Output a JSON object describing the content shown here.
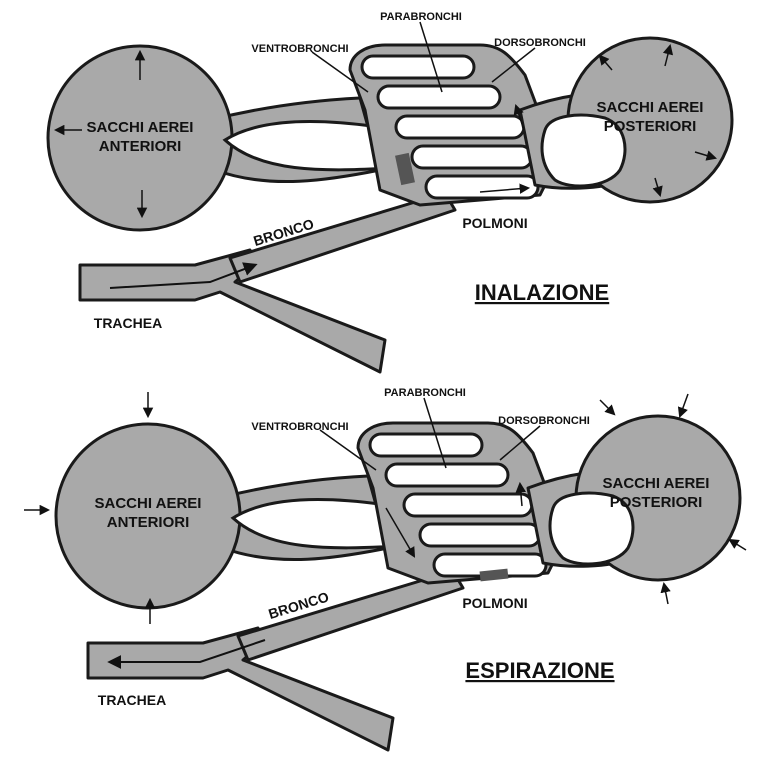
{
  "top": {
    "title": "INALAZIONE",
    "anterior_sacs_line1": "SACCHI AEREI",
    "anterior_sacs_line2": "ANTERIORI",
    "posterior_sacs_line1": "SACCHI AEREI",
    "posterior_sacs_line2": "POSTERIORI",
    "parabronchi": "PARABRONCHI",
    "ventrobronchi": "VENTROBRONCHI",
    "dorsobronchi": "DORSOBRONCHI",
    "bronco": "BRONCO",
    "polmoni": "POLMONI",
    "trachea": "TRACHEA"
  },
  "bottom": {
    "title": "ESPIRAZIONE",
    "anterior_sacs_line1": "SACCHI AEREI",
    "anterior_sacs_line2": "ANTERIORI",
    "posterior_sacs_line1": "SACCHI AEREI",
    "posterior_sacs_line2": "POSTERIORI",
    "parabronchi": "PARABRONCHI",
    "ventrobronchi": "VENTROBRONCHI",
    "dorsobronchi": "DORSOBRONCHI",
    "bronco": "BRONCO",
    "polmoni": "POLMONI",
    "trachea": "TRACHEA"
  },
  "colors": {
    "organ_fill": "#a9a9a9",
    "outline": "#1a1a1a",
    "shaded_block": "#555555"
  }
}
